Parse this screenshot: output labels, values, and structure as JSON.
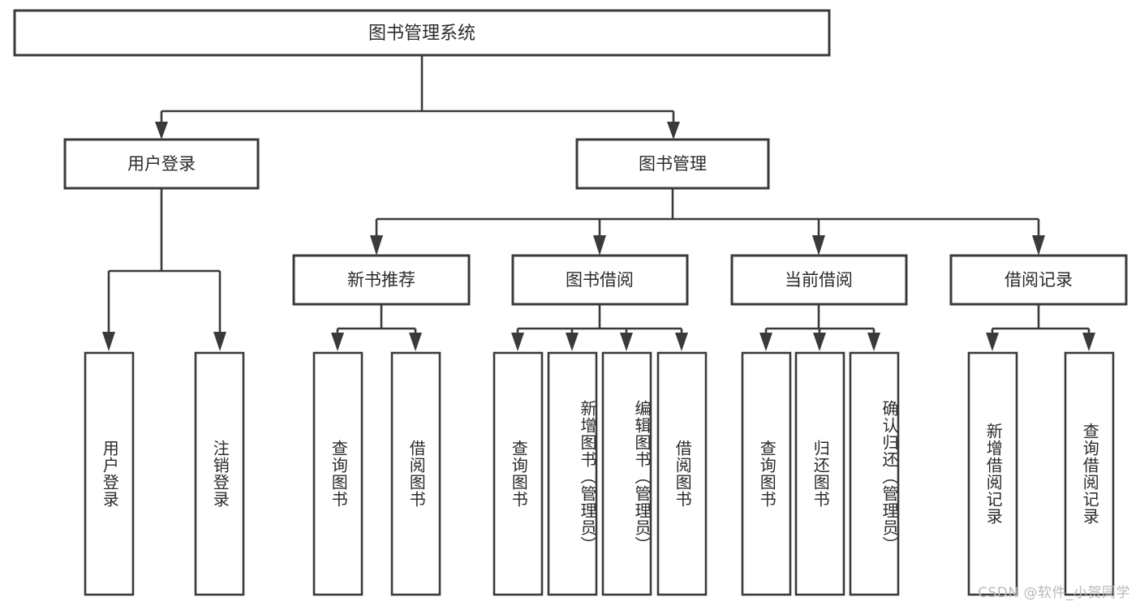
{
  "diagram": {
    "type": "tree",
    "title": "图书管理系统",
    "watermark": "CSDN @软件_小贺同学",
    "colors": {
      "stroke": "#3a3a3a",
      "box_fill": "#ffffff",
      "text": "#2b2b2b",
      "background": "#ffffff",
      "watermark": "#b9b9b9"
    },
    "root": {
      "label": "图书管理系统",
      "level": 0
    },
    "level1": [
      {
        "label": "用户登录"
      },
      {
        "label": "图书管理"
      }
    ],
    "level2": [
      {
        "label": "新书推荐",
        "parent": "图书管理"
      },
      {
        "label": "图书借阅",
        "parent": "图书管理"
      },
      {
        "label": "当前借阅",
        "parent": "图书管理"
      },
      {
        "label": "借阅记录",
        "parent": "图书管理"
      }
    ],
    "leaves": {
      "user_login": [
        {
          "label": "用户登录"
        },
        {
          "label": "注销登录"
        }
      ],
      "new_book_recommend": [
        {
          "label": "查询图书"
        },
        {
          "label": "借阅图书"
        }
      ],
      "book_borrow": [
        {
          "label": "查询图书"
        },
        {
          "label": "新增图书（管理员）"
        },
        {
          "label": "编辑图书（管理员）"
        },
        {
          "label": "借阅图书"
        }
      ],
      "current_borrow": [
        {
          "label": "查询图书"
        },
        {
          "label": "归还图书"
        },
        {
          "label": "确认归还（管理员）"
        }
      ],
      "borrow_record": [
        {
          "label": "新增借阅记录"
        },
        {
          "label": "查询借阅记录"
        }
      ]
    }
  }
}
